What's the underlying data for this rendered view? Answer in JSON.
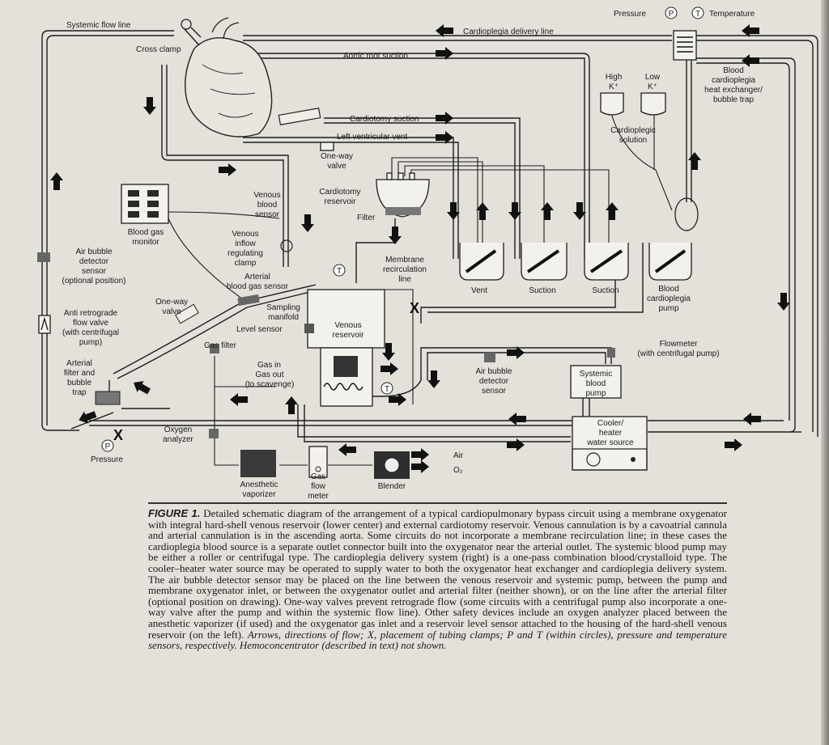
{
  "labels": {
    "pressure_top": "Pressure",
    "temperature_top": "Temperature",
    "systemic_flow_line": "Systemic flow line",
    "cardioplegia_delivery_line": "Cardioplegia delivery line",
    "cross_clamp": "Cross clamp",
    "aortic_root_suction": "Aortic root suction",
    "blood_cardioplegia_hx": [
      "Blood",
      "cardioplegia",
      "heat exchanger/",
      "bubble trap"
    ],
    "high_k": [
      "High",
      "K⁺"
    ],
    "low_k": [
      "Low",
      "K⁺"
    ],
    "cardioplegic_solution": [
      "Cardioplegic",
      "solution"
    ],
    "cardiotomy_suction": "Cardiotomy suction",
    "left_ventricular_vent": "Left ventricular vent",
    "one_way_valve_top": [
      "One-way",
      "valve"
    ],
    "cardiotomy_reservoir": [
      "Cardiotomy",
      "reservoir"
    ],
    "filter": "Filter",
    "venous_blood_sensor": [
      "Venous",
      "blood",
      "sensor"
    ],
    "blood_gas_monitor": [
      "Blood gas",
      "monitor"
    ],
    "venous_inflow_clamp": [
      "Venous",
      "inflow",
      "regulating",
      "clamp"
    ],
    "membrane_recirculation_line": [
      "Membrane",
      "recirculation",
      "line"
    ],
    "air_bubble_detector_left": [
      "Air bubble",
      "detector",
      "sensor",
      "(optional position)"
    ],
    "arterial_blood_gas_sensor": [
      "Arterial",
      "blood gas sensor"
    ],
    "one_way_valve_left": [
      "One-way",
      "valve"
    ],
    "sampling_manifold": [
      "Sampling",
      "manifold"
    ],
    "venous_reservoir": [
      "Venous",
      "reservoir"
    ],
    "vent": "Vent",
    "suction1": "Suction",
    "suction2": "Suction",
    "blood_cardioplegia_pump": [
      "Blood",
      "cardioplegia",
      "pump"
    ],
    "anti_retrograde": [
      "Anti retrograde",
      "flow valve",
      "(with centrifugal",
      "pump)"
    ],
    "level_sensor": "Level sensor",
    "gas_filter": "Gas filter",
    "gas_in": "Gas in",
    "gas_out": [
      "Gas out",
      "(to scavenge)"
    ],
    "air_bubble_detector_right": [
      "Air bubble",
      "detector",
      "sensor"
    ],
    "flowmeter": [
      "Flowmeter",
      "(with centrifugal pump)"
    ],
    "systemic_blood_pump": [
      "Systemic",
      "blood",
      "pump"
    ],
    "arterial_filter": [
      "Arterial",
      "filter and",
      "bubble",
      "trap"
    ],
    "oxygen_analyzer": [
      "Oxygen",
      "analyzer"
    ],
    "cooler_heater": [
      "Cooler/",
      "heater",
      "water source"
    ],
    "pressure_bottom": "Pressure",
    "air": "Air",
    "o2": "O₂",
    "anesthetic_vaporizer": [
      "Anesthetic",
      "vaporizer"
    ],
    "gas_flow_meter": [
      "Gas",
      "flow",
      "meter"
    ],
    "blender": "Blender"
  },
  "symbols": {
    "p": "P",
    "t": "T",
    "x": "X"
  },
  "caption": {
    "figure_label": "FIGURE 1.",
    "body": " Detailed schematic diagram of the arrangement of a typical cardiopulmonary bypass circuit using a membrane oxygenator with integral hard-shell venous reservoir (lower center) and external cardiotomy reservoir. Venous cannulation is by a cavoatrial cannula and arterial cannulation is in the ascending aorta. Some circuits do not incorporate a membrane recirculation line; in these cases the cardioplegia blood source is a separate outlet connector built into the oxygenator near the arterial outlet. The systemic blood pump may be either a roller or centrifugal type. The cardioplegia delivery system (right) is a one-pass combination blood/crystalloid type. The cooler–heater water source may be operated to supply water to both the oxygenator heat exchanger and cardioplegia delivery system. The air bubble detector sensor may be placed on the line between the venous reservoir and systemic pump, between the pump and membrane oxygenator inlet, or between the oxygenator outlet and arterial filter (neither shown), or on the line after the arterial filter (optional position on drawing). One-way valves prevent retrograde flow (some circuits with a centrifugal pump also incorporate a one-way valve after the pump and within the systemic flow line). Other safety devices include an oxygen analyzer placed between the anesthetic vaporizer (if used) and the oxygenator gas inlet and a reservoir level sensor attached to the housing of the hard-shell venous reservoir (on the left). ",
    "italic_tail": "Arrows, directions of flow; X, placement of tubing clamps; P and T (within circles), pressure and temperature sensors, respectively. Hemoconcentrator (described in text) not shown."
  }
}
